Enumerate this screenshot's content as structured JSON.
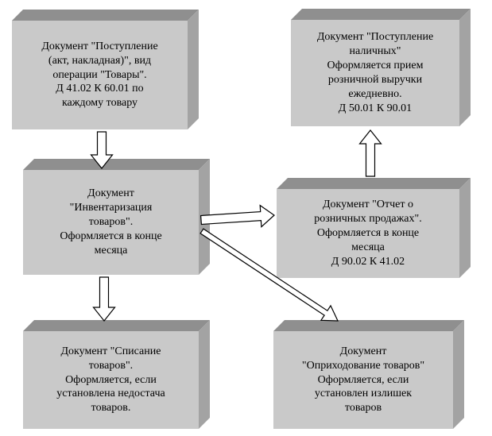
{
  "diagram": {
    "nodes": [
      {
        "id": "postuplenie-tovarov",
        "text": "Документ \"Поступление\n(акт, накладная)\", вид\nоперации \"Товары\".\nД 41.02 К 60.01 по\nкаждому товару"
      },
      {
        "id": "postuplenie-nalichnyh",
        "text": "Документ \"Поступление\nналичных\"\nОформляется прием\nрозничной выручки\nежедневно.\nД 50.01 К 90.01"
      },
      {
        "id": "inventarizaciya-tovarov",
        "text": "Документ\n\"Инвентаризация\nтоваров\".\nОформляется в конце\nмесяца"
      },
      {
        "id": "otchet-o-roznichnyh-prodazhah",
        "text": "Документ \"Отчет о\nрозничных продажах\".\nОформляется в конце\nмесяца\nД 90.02 К 41.02"
      },
      {
        "id": "spisanie-tovarov",
        "text": "Документ \"Списание\nтоваров\".\nОформляется, если\nустановлена недостача\nтоваров."
      },
      {
        "id": "oprihodovanie-tovarov",
        "text": "Документ\n\"Оприходование товаров\"\nОформляется, если\nустановлен излишек\nтоваров"
      }
    ],
    "edges": [
      {
        "from": "postuplenie-tovarov",
        "to": "inventarizaciya-tovarov"
      },
      {
        "from": "inventarizaciya-tovarov",
        "to": "otchet-o-roznichnyh-prodazhah"
      },
      {
        "from": "otchet-o-roznichnyh-prodazhah",
        "to": "postuplenie-nalichnyh"
      },
      {
        "from": "inventarizaciya-tovarov",
        "to": "spisanie-tovarov"
      },
      {
        "from": "inventarizaciya-tovarov",
        "to": "oprihodovanie-tovarov"
      }
    ],
    "colors": {
      "face": "#c9c9c9",
      "top": "#8f8f8f",
      "side": "#a3a3a3",
      "arrow_fill": "#ffffff",
      "arrow_stroke": "#000000"
    }
  }
}
